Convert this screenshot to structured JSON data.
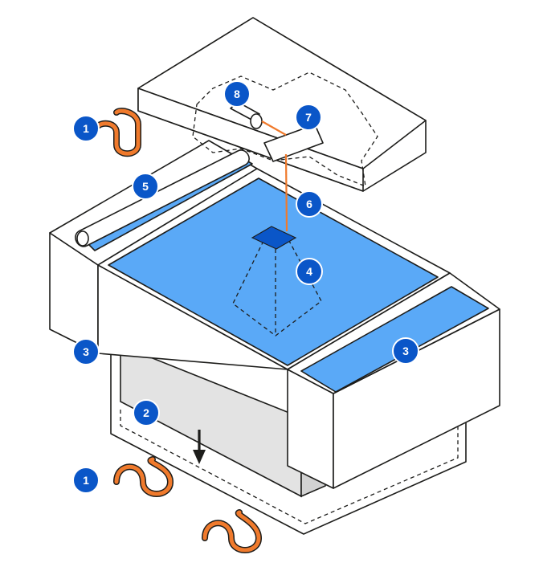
{
  "colors": {
    "resin": "#5aa9f7",
    "badge": "#0a56c8",
    "heater": "#f07a2c",
    "outline": "#1d1d1b",
    "build_box": "#e3e3e3"
  },
  "icons": [
    "heater-coil-icon",
    "arrow-down-icon",
    "laser-scanner-icon",
    "roller-icon"
  ],
  "badges": [
    {
      "id": "heater-top",
      "label": "1"
    },
    {
      "id": "heater-bottom",
      "label": "1"
    },
    {
      "id": "build-platform",
      "label": "2"
    },
    {
      "id": "feed-left",
      "label": "3"
    },
    {
      "id": "feed-right",
      "label": "3"
    },
    {
      "id": "part",
      "label": "4"
    },
    {
      "id": "roller",
      "label": "5"
    },
    {
      "id": "laser-beam",
      "label": "6"
    },
    {
      "id": "scanner-mirror",
      "label": "7"
    },
    {
      "id": "laser-source",
      "label": "8"
    }
  ]
}
